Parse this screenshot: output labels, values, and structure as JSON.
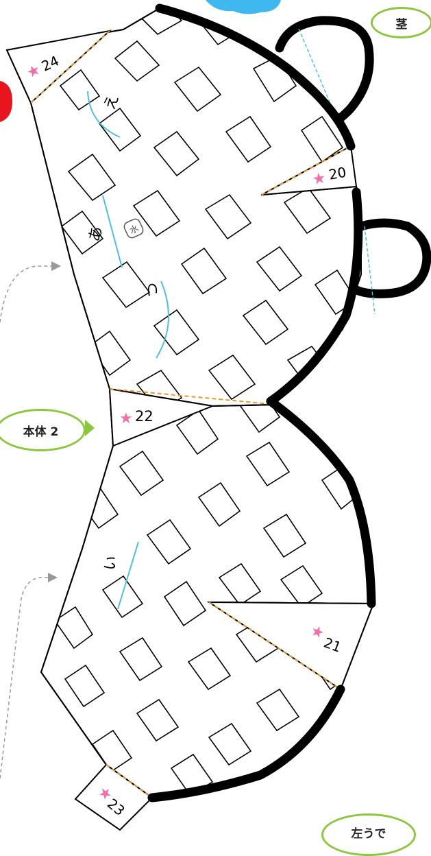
{
  "labels": {
    "stem": "茎",
    "body2": "本体 2",
    "left_arm": "左うで"
  },
  "markers": {
    "m20": "20",
    "m21": "21",
    "m22": "22",
    "m23": "23",
    "m24": "24"
  },
  "stars": {
    "glyph": "★"
  },
  "kana": {
    "e": "え",
    "a": "あ",
    "tsu": "つ",
    "i": "い",
    "mizu": "水"
  },
  "colors": {
    "accent_green": "#8cc63f",
    "star_pink": "#f06ea9",
    "fold_orange": "#e8982f",
    "glue_blue": "#4fbde6",
    "cloud_blue": "#3fb8f0",
    "red_blob": "#e8141e",
    "outline": "#000000",
    "guide_gray": "#999999"
  }
}
